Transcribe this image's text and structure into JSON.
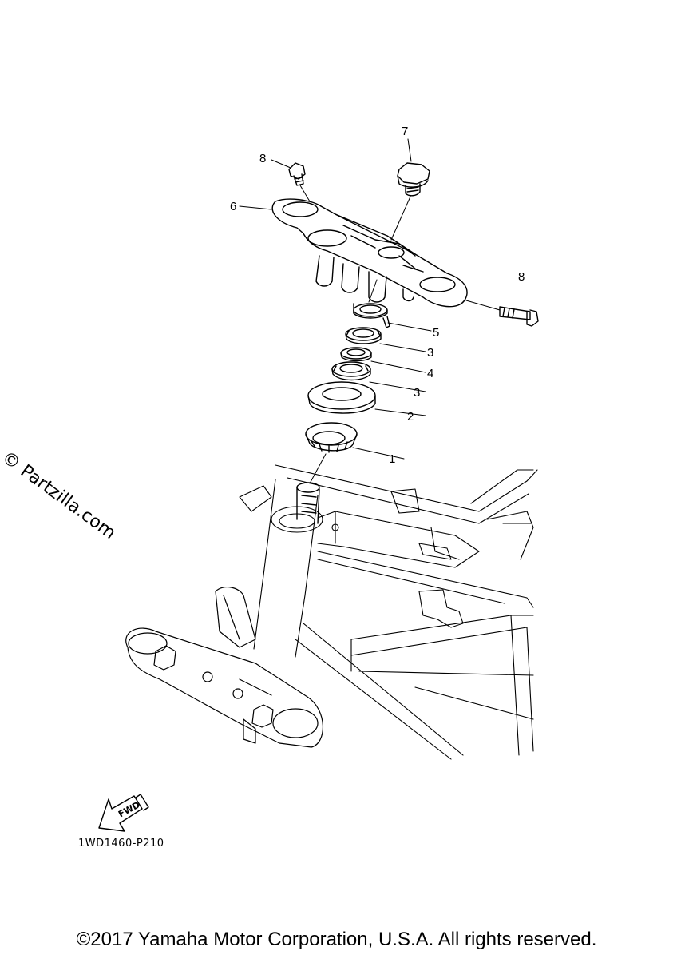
{
  "diagram": {
    "callouts": [
      {
        "id": "c7",
        "label": "7"
      },
      {
        "id": "c8a",
        "label": "8"
      },
      {
        "id": "c6",
        "label": "6"
      },
      {
        "id": "c8b",
        "label": "8"
      },
      {
        "id": "c5",
        "label": "5"
      },
      {
        "id": "c3a",
        "label": "3"
      },
      {
        "id": "c4",
        "label": "4"
      },
      {
        "id": "c3b",
        "label": "3"
      },
      {
        "id": "c2",
        "label": "2"
      },
      {
        "id": "c1",
        "label": "1"
      }
    ],
    "fwd_label": "FWD",
    "drawing_id": "1WD1460-P210",
    "watermark": "© Partzilla.com",
    "copyright": "©2017 Yamaha Motor Corporation, U.S.A. All rights reserved.",
    "line_color": "#000000"
  }
}
